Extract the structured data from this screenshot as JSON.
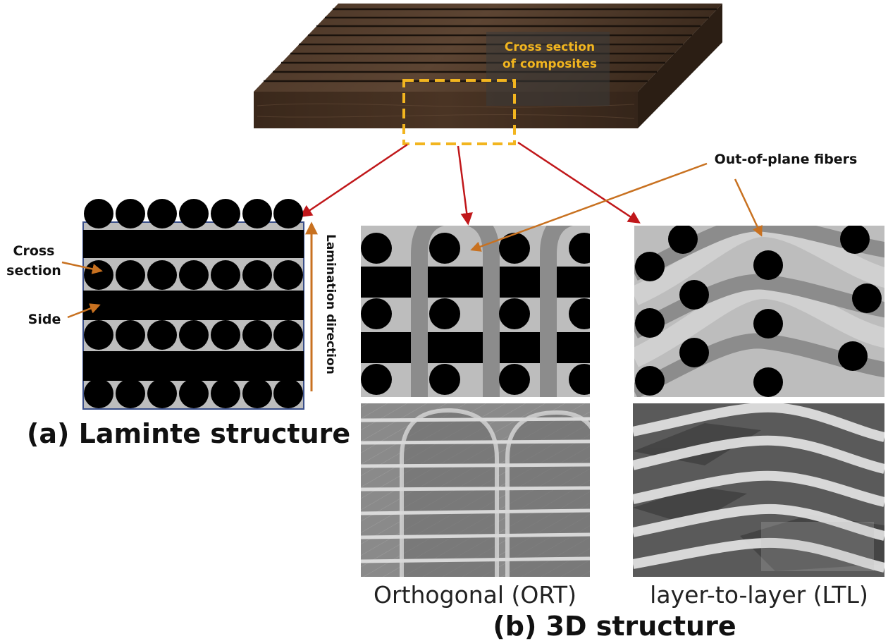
{
  "labels": {
    "cross_section_composites_line1": "Cross section",
    "cross_section_composites_line2": "of composites",
    "out_of_plane_fibers": "Out-of-plane fibers",
    "cross_section_line1": "Cross",
    "cross_section_line2": "section",
    "side": "Side",
    "lamination_direction": "Lamination direction",
    "panel_a_caption": "(a) Laminte structure",
    "ort_caption": "Orthogonal (ORT)",
    "ltl_caption": "layer-to-layer (LTL)",
    "panel_b_caption": "(b) 3D structure"
  },
  "colors": {
    "wood_top": "#5b4636",
    "wood_front": "#3f2d1f",
    "wood_side": "#2b1e14",
    "highlight_dashed": "#f2b51f",
    "callout_text": "#f2b51f",
    "red_arrow": "#c0171a",
    "orange_arrow": "#c87120",
    "fiber_black": "#000000",
    "matrix_gray": "#bdbdbd",
    "binder_gray": "#8c8c8c"
  },
  "icons": {
    "laminate": "laminate-cross-section-diagram",
    "ort": "orthogonal-weave-diagram",
    "ltl": "layer-to-layer-weave-diagram",
    "ort_micrograph": "orthogonal-micrograph-image",
    "ltl_micrograph": "layer-to-layer-micrograph-image"
  }
}
